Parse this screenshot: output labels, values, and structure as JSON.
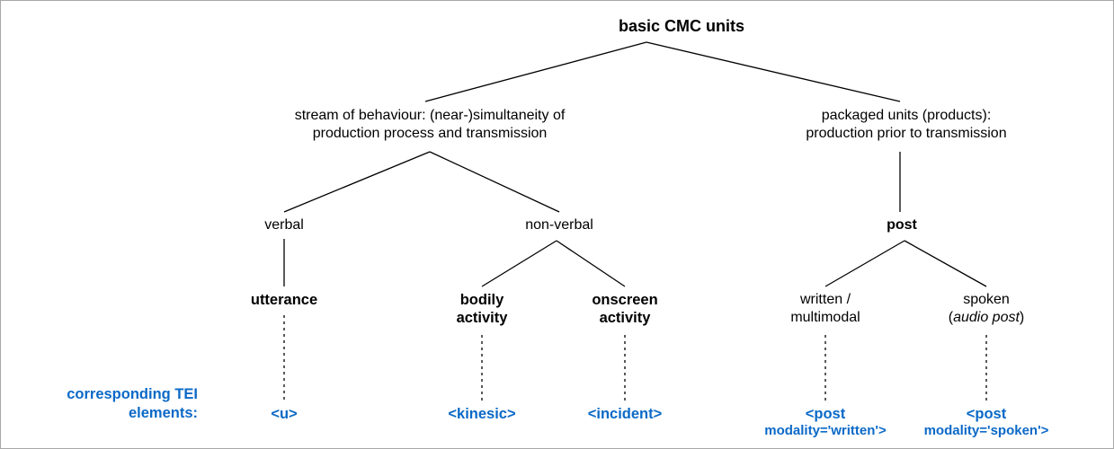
{
  "diagram": {
    "title": "basic CMC units",
    "accent_blue": "#0b69c7",
    "line_color": "#000000",
    "background": "#ffffff",
    "border_color": "#a8a8a8",
    "nodes": {
      "root": "basic CMC units",
      "stream": {
        "line1": "stream of behaviour: (near-)simultaneity of",
        "line2": "production process and transmission"
      },
      "packaged": {
        "line1": "packaged units (products):",
        "line2": "production prior to transmission"
      },
      "verbal": "verbal",
      "nonverbal": "non-verbal",
      "post": "post",
      "utterance": "utterance",
      "bodily": {
        "line1": "bodily",
        "line2": "activity"
      },
      "onscreen": {
        "line1": "onscreen",
        "line2": "activity"
      },
      "written": {
        "line1": "written /",
        "line2": "multimodal"
      },
      "spoken": {
        "line1": "spoken",
        "line2_open": "(",
        "line2_italic": "audio post",
        "line2_close": ")"
      }
    },
    "tei": {
      "legend_line1": "corresponding TEI",
      "legend_line2": "elements:",
      "u": "<u>",
      "kinesic": "<kinesic>",
      "incident": "<incident>",
      "post_written": {
        "line1": "<post",
        "line2": "modality='written'>"
      },
      "post_spoken": {
        "line1": "<post",
        "line2": "modality='spoken'>"
      }
    }
  }
}
